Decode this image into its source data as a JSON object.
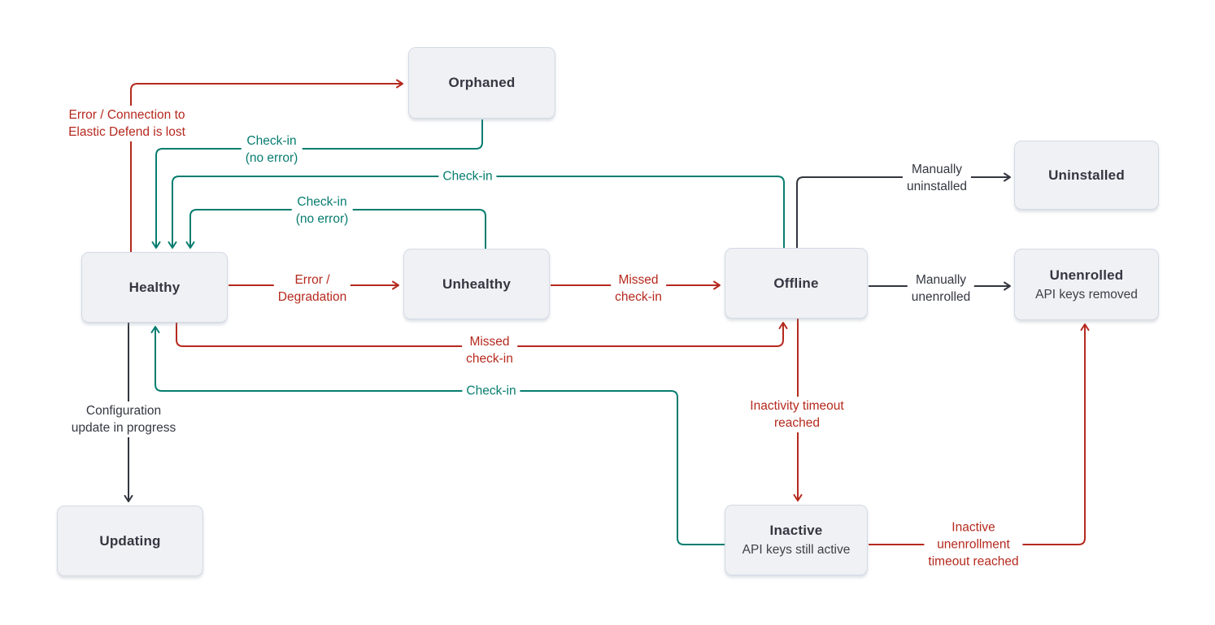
{
  "diagram": {
    "subject": "Elastic Agent status state diagram",
    "colors": {
      "error_red": "#b5291e",
      "checkin_teal": "#077d70",
      "neutral_black": "#33363f",
      "node_fill": "#f0f1f4",
      "node_border": "#d3dae6",
      "node_text": "#343741"
    }
  },
  "nodes": {
    "orphaned": {
      "title": "Orphaned"
    },
    "uninstalled": {
      "title": "Uninstalled"
    },
    "healthy": {
      "title": "Healthy"
    },
    "unhealthy": {
      "title": "Unhealthy"
    },
    "offline": {
      "title": "Offline"
    },
    "unenrolled": {
      "title": "Unenrolled",
      "subtitle": "API keys removed"
    },
    "updating": {
      "title": "Updating"
    },
    "inactive": {
      "title": "Inactive",
      "subtitle": "API keys still active"
    }
  },
  "edges": {
    "healthy_to_orphaned": {
      "from": "Healthy",
      "to": "Orphaned",
      "color": "red",
      "lines": [
        "Error / Connection to",
        "Elastic Defend is lost"
      ]
    },
    "orphaned_to_healthy": {
      "from": "Orphaned",
      "to": "Healthy",
      "color": "teal",
      "lines": [
        "Check-in",
        "(no error)"
      ]
    },
    "offline_to_healthy": {
      "from": "Offline",
      "to": "Healthy",
      "color": "teal",
      "lines": [
        "Check-in"
      ]
    },
    "unhealthy_to_healthy": {
      "from": "Unhealthy",
      "to": "Healthy",
      "color": "teal",
      "lines": [
        "Check-in",
        "(no error)"
      ]
    },
    "healthy_to_unhealthy": {
      "from": "Healthy",
      "to": "Unhealthy",
      "color": "red",
      "lines": [
        "Error /",
        "Degradation"
      ]
    },
    "unhealthy_to_offline": {
      "from": "Unhealthy",
      "to": "Offline",
      "color": "red",
      "lines": [
        "Missed",
        "check-in"
      ]
    },
    "healthy_to_offline": {
      "from": "Healthy",
      "to": "Offline",
      "color": "red",
      "lines": [
        "Missed",
        "check-in"
      ]
    },
    "inactive_to_healthy": {
      "from": "Inactive",
      "to": "Healthy",
      "color": "teal",
      "lines": [
        "Check-in"
      ]
    },
    "healthy_to_updating": {
      "from": "Healthy",
      "to": "Updating",
      "color": "black",
      "lines": [
        "Configuration",
        "update in progress"
      ]
    },
    "offline_to_uninstalled": {
      "from": "Offline",
      "to": "Uninstalled",
      "color": "black",
      "lines": [
        "Manually",
        "uninstalled"
      ]
    },
    "offline_to_unenrolled": {
      "from": "Offline",
      "to": "Unenrolled",
      "color": "black",
      "lines": [
        "Manually",
        "unenrolled"
      ]
    },
    "offline_to_inactive": {
      "from": "Offline",
      "to": "Inactive",
      "color": "red",
      "lines": [
        "Inactivity timeout",
        "reached"
      ]
    },
    "inactive_to_unenrolled": {
      "from": "Inactive",
      "to": "Unenrolled",
      "color": "red",
      "lines": [
        "Inactive",
        "unenrollment",
        "timeout reached"
      ]
    }
  }
}
